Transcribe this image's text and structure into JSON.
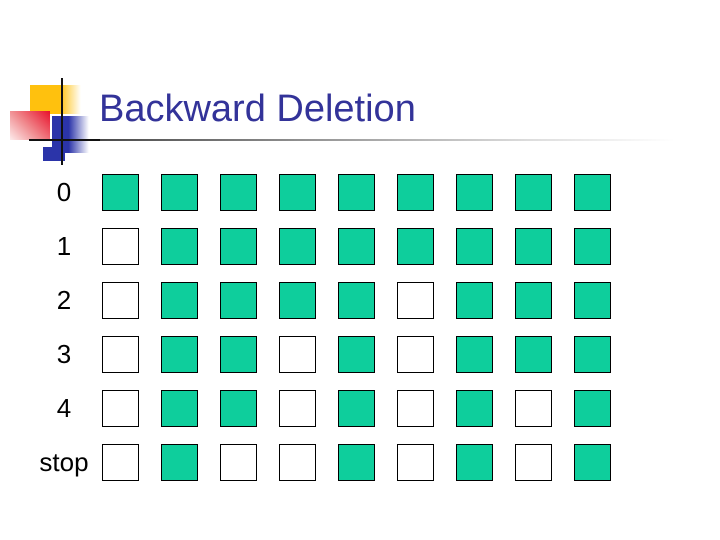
{
  "slide": {
    "title": "Backward Deletion"
  },
  "colors": {
    "title": "#333399",
    "filled_square": "#0ece9c",
    "empty_square": "#ffffff",
    "square_border": "#000000",
    "accent_yellow": "#ffc10e",
    "accent_red": "#e8112a",
    "accent_blue": "#2b34a9"
  },
  "grid": {
    "columns": 9,
    "legend": {
      "filled": 1,
      "empty": 0
    },
    "rows": [
      {
        "label": "0",
        "cells": [
          1,
          1,
          1,
          1,
          1,
          1,
          1,
          1,
          1
        ]
      },
      {
        "label": "1",
        "cells": [
          0,
          1,
          1,
          1,
          1,
          1,
          1,
          1,
          1
        ]
      },
      {
        "label": "2",
        "cells": [
          0,
          1,
          1,
          1,
          1,
          0,
          1,
          1,
          1
        ]
      },
      {
        "label": "3",
        "cells": [
          0,
          1,
          1,
          0,
          1,
          0,
          1,
          1,
          1
        ]
      },
      {
        "label": "4",
        "cells": [
          0,
          1,
          1,
          0,
          1,
          0,
          1,
          0,
          1
        ]
      },
      {
        "label": "stop",
        "cells": [
          0,
          1,
          0,
          0,
          1,
          0,
          1,
          0,
          1
        ]
      }
    ]
  }
}
